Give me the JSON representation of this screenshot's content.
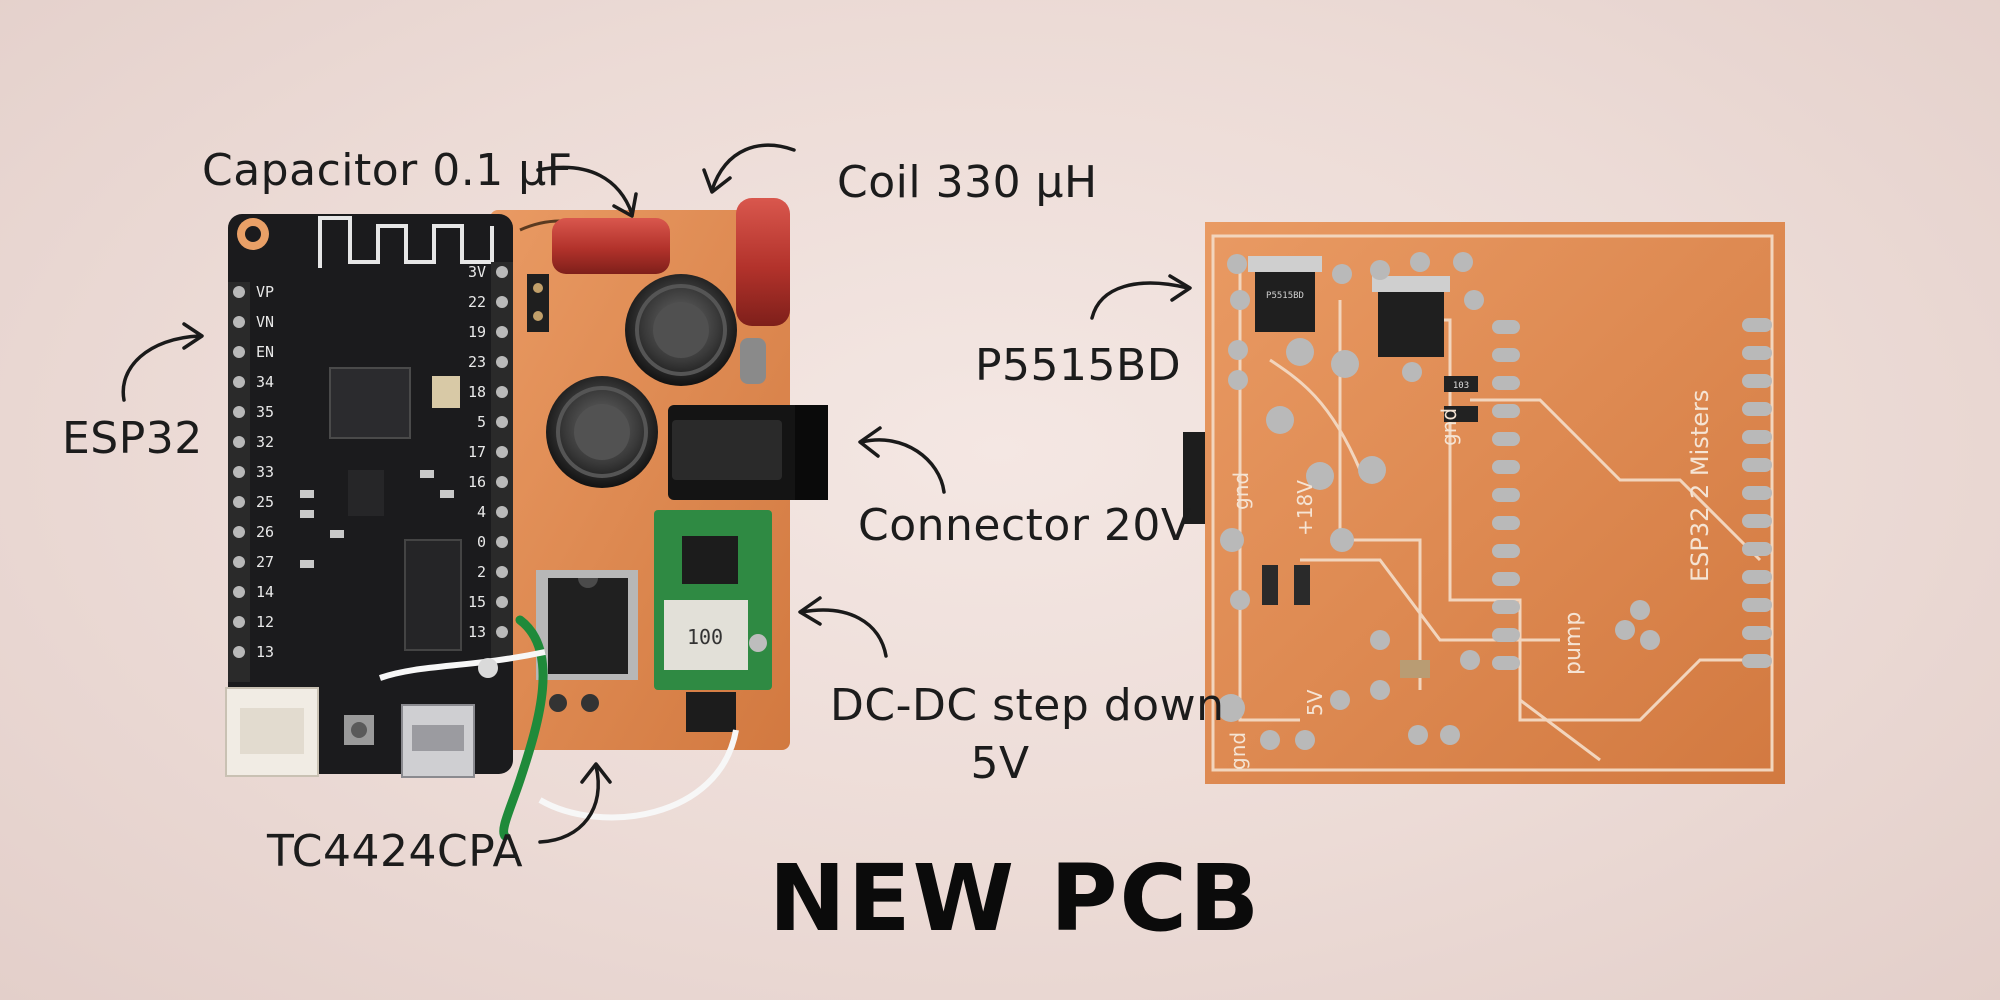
{
  "labels": {
    "capacitor": "Capacitor 0.1 µF",
    "coil": "Coil 330 µH",
    "esp32": "ESP32",
    "connector": "Connector 20V",
    "dcdc_line1": "DC-DC step down",
    "dcdc_line2": "5V",
    "tc4424": "TC4424CPA",
    "p5515": "P5515BD"
  },
  "title": "NEW PCB",
  "board_text": {
    "esp_left_pins": [
      "VP",
      "VN",
      "EN",
      "34",
      "35",
      "32",
      "33",
      "25",
      "26",
      "27",
      "14",
      "12",
      "13"
    ],
    "esp_right_pins": [
      "3V",
      "22",
      "19",
      "23",
      "18",
      "5",
      "17",
      "16",
      "4",
      "0",
      "2",
      "15",
      "13"
    ],
    "pcb_title": "ESP32 2 Misters",
    "gnd": "gnd",
    "v18": "+18V",
    "pump": "pump",
    "v5": "5V",
    "inductor_mark": "100",
    "p5515_mark": "P5515BD",
    "resistor_mark": "103"
  },
  "colors": {
    "background": "#ecdbd6",
    "pcb_copper": "#d77a3f",
    "pcb_board": "#e48b52",
    "esp_board": "#1a1a1a",
    "capacitor": "#b2322b",
    "text": "#1c1c1c"
  }
}
